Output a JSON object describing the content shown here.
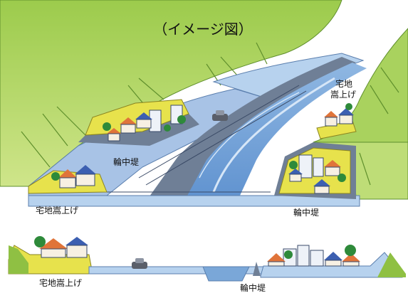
{
  "title": "（イメージ図）",
  "labels": {
    "ring_levee_upper": "輪中堤",
    "raised_land_upper_left": "宅地嵩上げ",
    "raised_land_upper_right_line1": "宅地",
    "raised_land_upper_right_line2": "嵩上げ",
    "ring_levee_lower_right": "輪中堤",
    "raised_land_section": "宅地嵩上げ",
    "ring_levee_section": "輪中堤"
  },
  "colors": {
    "hill_light": "#c8e07a",
    "hill_dark": "#8fc043",
    "river_blue": "#7aa7d8",
    "river_light": "#b7d2ee",
    "embankment_gray": "#6f7f96",
    "raised_land": "#e7e24c",
    "house_roof_blue": "#3c5fb1",
    "house_roof_orange": "#e0743a",
    "tree_green": "#2e8a3a"
  }
}
